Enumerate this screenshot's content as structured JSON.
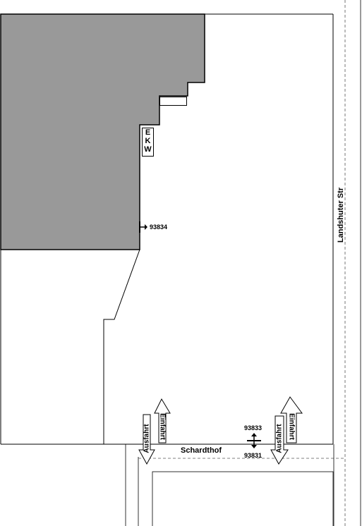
{
  "streets": {
    "vertical": "Landshuter Str",
    "horizontal": "Schardthof"
  },
  "building": {
    "label_letters": [
      "E",
      "K",
      "W"
    ]
  },
  "signal": {
    "down_color": "#e02020",
    "up_color": "#20b040"
  },
  "markers": [
    {
      "code": "93834"
    },
    {
      "code": "93833"
    },
    {
      "code": "93831"
    }
  ],
  "driveways": [
    {
      "entry": "Einfahrt",
      "exit": "Ausfahrt"
    },
    {
      "entry": "Einfahrt",
      "exit": "Ausfahrt"
    }
  ],
  "colors": {
    "building_fill": "#999999",
    "background": "#ffffff"
  }
}
